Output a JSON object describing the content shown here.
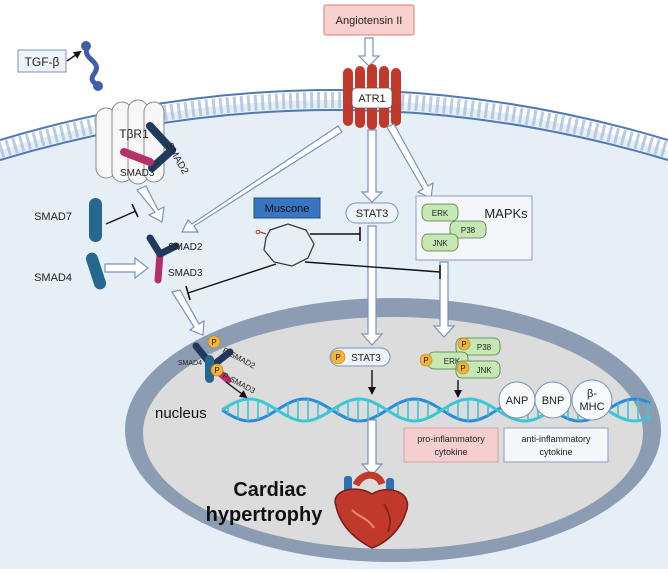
{
  "inputs": {
    "angiotensin": "Angiotensin II",
    "tgf": "TGF-β"
  },
  "receptors": {
    "atr1": "ATR1",
    "tbr1": "TβR1"
  },
  "smad": {
    "smad2_receptor": "SMAD2",
    "smad3_receptor": "SMAD3",
    "smad7": "SMAD7",
    "smad4": "SMAD4",
    "smad2_cyto": "SMAD2",
    "smad3_cyto": "SMAD3",
    "smad4_nuc": "SMAD4",
    "psmad2": "P-SMAD2",
    "psmad3": "P-SMAD3"
  },
  "drug": {
    "label": "Muscone"
  },
  "stat3": {
    "cyto": "STAT3",
    "nuc": "STAT3"
  },
  "mapk": {
    "title": "MAPKs",
    "erk": "ERK",
    "p38": "P38",
    "jnk": "JNK",
    "erk_nuc": "ERK",
    "p38_nuc": "P38",
    "jnk_nuc": "JNK"
  },
  "phospho_symbol": "P",
  "nucleus_label": "nucleus",
  "outcome": {
    "line1": "Cardiac",
    "line2": "hypertrophy"
  },
  "markers": {
    "anp": "ANP",
    "bnp": "BNP",
    "bmhc_1": "β-",
    "bmhc_2": "MHC"
  },
  "cytokines": {
    "pro_1": "pro-inflammatory",
    "pro_2": "cytokine",
    "anti_1": "anti-inflammatory",
    "anti_2": "cytokine"
  },
  "colors": {
    "cell": "#e6eef6",
    "membrane_line": "#4f79b0",
    "membrane_bead": "#a9c0dc",
    "nucleus_rim": "#8c9db3",
    "nucleus_fill": "#dcdcdc",
    "smad2": "#1f3a5c",
    "smad3": "#b5306a",
    "smad_blue": "#24678f",
    "phospho": "#f3b43a",
    "stat_green": "#c6e8b4",
    "receptor_red": "#c0392b",
    "muscone_box": "#3876c2",
    "pro_box": "#f5cfcf",
    "dna_a": "#2c8bd6",
    "dna_b": "#3cc6d4"
  }
}
